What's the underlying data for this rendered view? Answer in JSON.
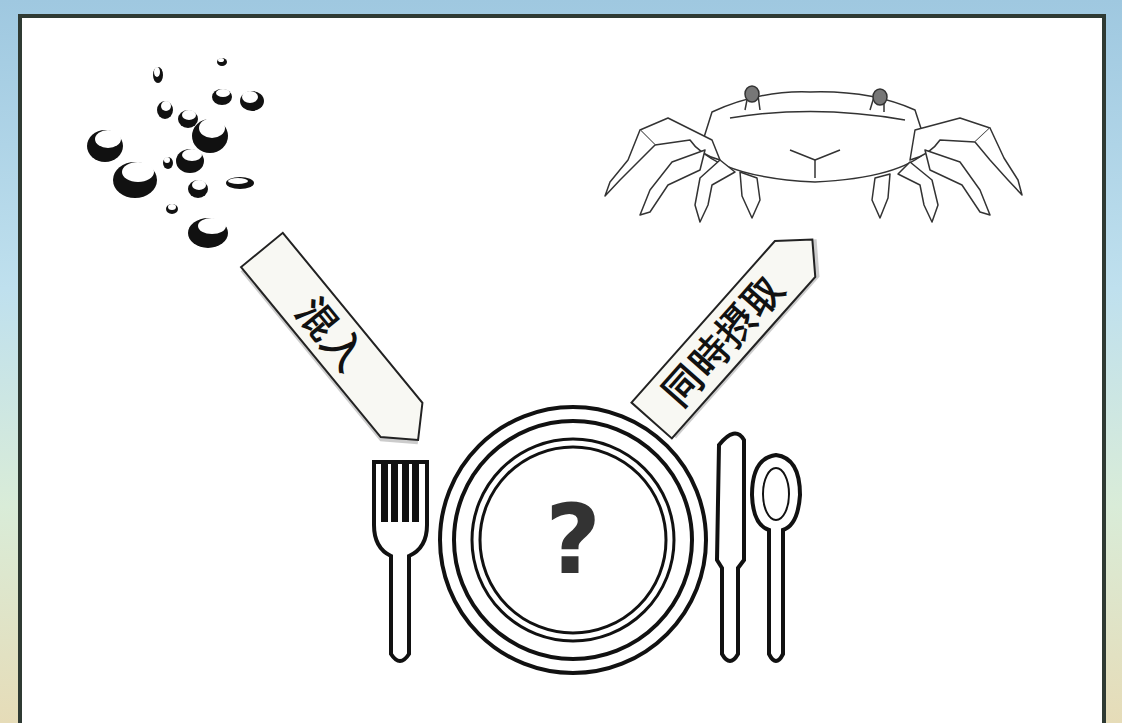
{
  "diagram": {
    "nodes": [
      {
        "text": [
          "混入"
        ]
      },
      {
        "text": [
          "同時摂取"
        ]
      },
      {
        "text": [
          "?"
        ]
      }
    ]
  }
}
